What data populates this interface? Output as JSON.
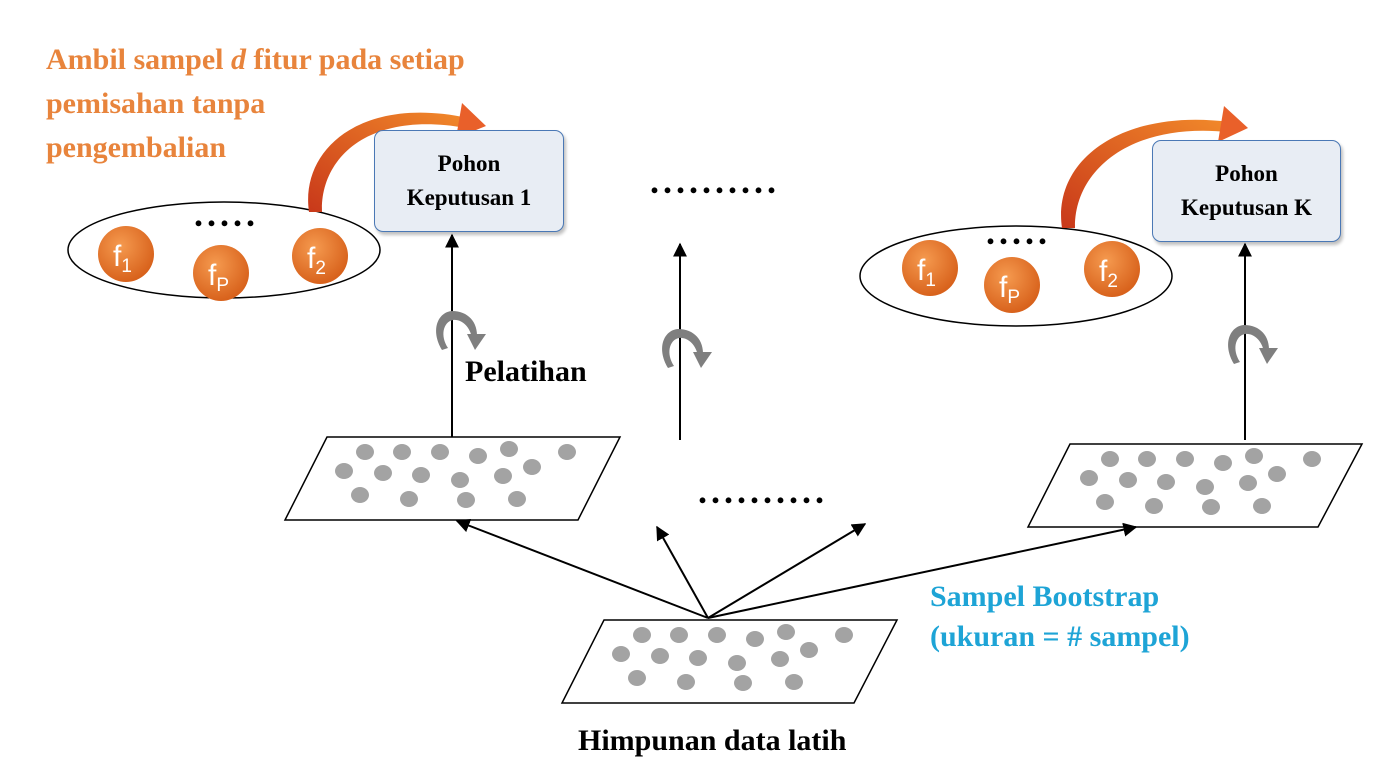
{
  "title_lines": [
    "Ambil sampel",
    "d",
    "fitur pada setiap",
    "pemisahan tanpa",
    "pengembalian"
  ],
  "tree_first": {
    "line1": "Pohon",
    "line2": "Keputusan 1"
  },
  "tree_last": {
    "line1": "Pohon",
    "line2": "Keputusan K"
  },
  "features": {
    "f1": {
      "base": "f",
      "sub": "1"
    },
    "fp": {
      "base": "f",
      "sub": "P"
    },
    "f2": {
      "base": "f",
      "sub": "2"
    }
  },
  "ellipsis_short": ".....",
  "ellipsis_long": "..........",
  "training_label": "Pelatihan",
  "bootstrap_label": {
    "line1": "Sampel Bootstrap",
    "line2": "(ukuran = # sampel)"
  },
  "dataset_label": "Himpunan data latih",
  "colors": {
    "orange_text": "#e8843c",
    "feature_circle": "#e8742a",
    "curved_arrow": "#e0502a",
    "tree_box_fill": "#e8edf4",
    "tree_box_border": "#4a78b5",
    "bootstrap_text": "#1ea4d6",
    "sample_dot": "#a3a3a3",
    "rotation_icon": "#7f7f7f"
  },
  "icons": [
    "curved-arrow-icon",
    "rotate-icon",
    "arrow-icon"
  ]
}
